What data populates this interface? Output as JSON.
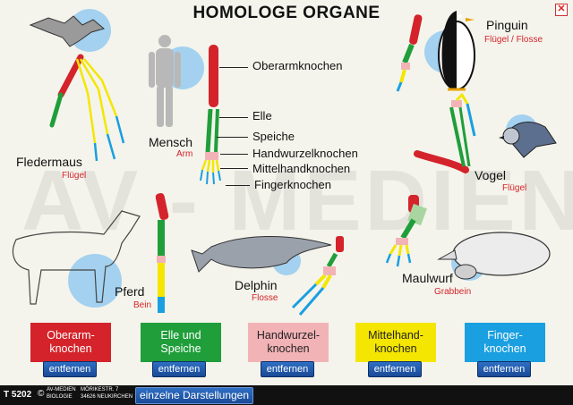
{
  "title": "HOMOLOGE ORGANE",
  "close_icon": "close-icon",
  "watermark": "AV - MEDIEN",
  "animals": {
    "fledermaus": {
      "name": "Fledermaus",
      "sub": "Flügel"
    },
    "mensch": {
      "name": "Mensch",
      "sub": "Arm"
    },
    "pinguin": {
      "name": "Pinguin",
      "sub": "Flügel / Flosse"
    },
    "vogel": {
      "name": "Vogel",
      "sub": "Flügel"
    },
    "pferd": {
      "name": "Pferd",
      "sub": "Bein"
    },
    "delphin": {
      "name": "Delphin",
      "sub": "Flosse"
    },
    "maulwurf": {
      "name": "Maulwurf",
      "sub": "Grabbein"
    }
  },
  "bones": {
    "oberarm": "Oberarmknochen",
    "elle": "Elle",
    "speiche": "Speiche",
    "handwurzel": "Handwurzelknochen",
    "mittelhand": "Mittelhandknochen",
    "finger": "Fingerknochen"
  },
  "categories": [
    {
      "label": "Oberarm-\nknochen",
      "color": "#d4232a",
      "text_color": "#ffffff"
    },
    {
      "label": "Elle und\nSpeiche",
      "color": "#1f9e3a",
      "text_color": "#ffffff"
    },
    {
      "label": "Handwurzel-\nknochen",
      "color": "#f2b3b7",
      "text_color": "#222222"
    },
    {
      "label": "Mittelhand-\nknochen",
      "color": "#f4e600",
      "text_color": "#222222"
    },
    {
      "label": "Finger-\nknochen",
      "color": "#1a9fe0",
      "text_color": "#ffffff"
    }
  ],
  "remove_label": "entfernen",
  "footer": {
    "code": "T 5202",
    "company_line1": "AV-MEDIEN",
    "company_line2": "BIOLOGIE",
    "address_line1": "MÖRIKESTR. 7",
    "address_line2": "34626 NEUKIRCHEN",
    "details_button": "einzelne Darstellungen"
  },
  "colors": {
    "humerus": "#d4232a",
    "ulna_radius": "#1f9e3a",
    "carpals": "#f2b3b7",
    "metacarpals": "#f4e600",
    "phalanges": "#1a9fe0",
    "bubble": "#8ec8f0"
  }
}
